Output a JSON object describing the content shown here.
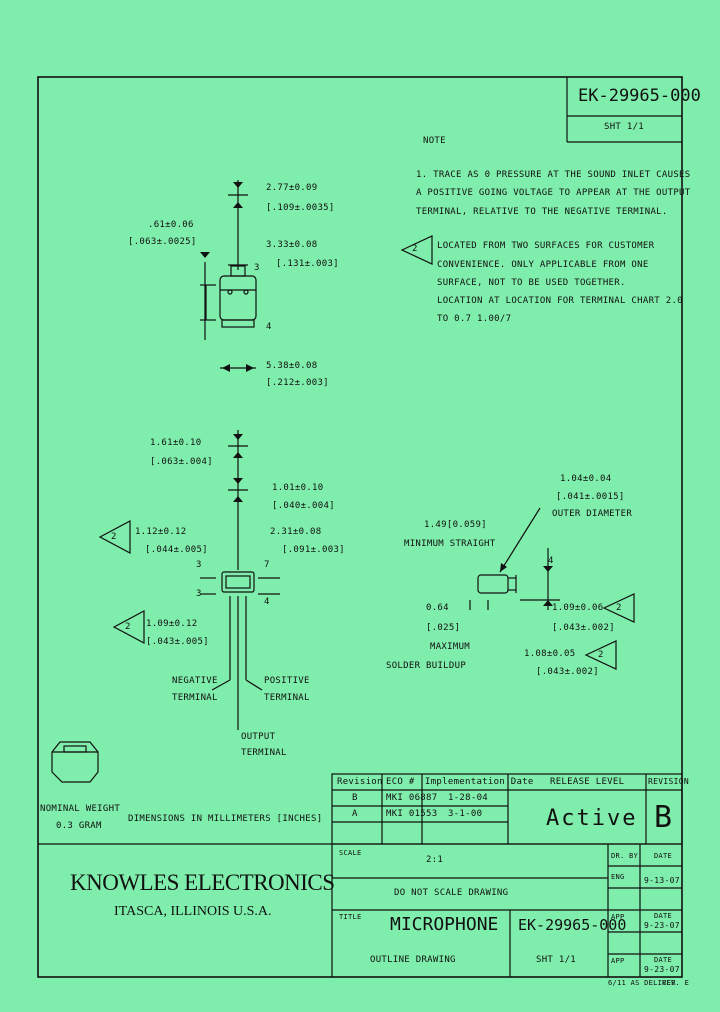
{
  "title_box": {
    "part_number": "EK-29965-000",
    "sheet": "SHT 1/1"
  },
  "notes": {
    "heading": "NOTE",
    "note1": [
      "1. TRACE AS 0 PRESSURE AT THE SOUND INLET CAUSES",
      "   A POSITIVE GOING VOLTAGE TO APPEAR AT THE OUTPUT",
      "   TERMINAL, RELATIVE TO THE NEGATIVE TERMINAL."
    ],
    "note2": [
      "LOCATED FROM TWO SURFACES FOR CUSTOMER",
      "CONVENIENCE. ONLY APPLICABLE FROM ONE",
      "SURFACE, NOT TO BE USED TOGETHER.",
      "LOCATION AT LOCATION FOR TERMINAL CHART 2.0",
      "TO 0.7  1.00/7"
    ],
    "note2_flag": "2"
  },
  "dims": {
    "top_277": [
      "2.77±0.09",
      "[.109±.0035]"
    ],
    "top_161": [
      ".61±0.06",
      "[.063±.0025]"
    ],
    "top_333": [
      "3.33±0.08",
      "[.131±.003]"
    ],
    "top_538": [
      "5.38±0.08",
      "[.212±.003]"
    ],
    "mid_161": [
      "1.61±0.10",
      "[.063±.004]"
    ],
    "mid_101": [
      "1.01±0.10",
      "[.040±.004]"
    ],
    "mid_112": [
      "1.12±0.12",
      "[.044±.005]"
    ],
    "mid_231": [
      "2.31±0.08",
      "[.091±.003]"
    ],
    "mid_109": [
      "1.09±0.12",
      "[.043±.005]"
    ],
    "side_104": [
      "1.04±0.04",
      "[.041±.0015]"
    ],
    "side_outer": "OUTER DIAMETER",
    "side_149": "1.49[0.059]",
    "side_min": "MINIMUM STRAIGHT",
    "side_064": [
      "0.64",
      "[.025]"
    ],
    "side_max": [
      "MAXIMUM",
      "SOLDER BUILDUP"
    ],
    "side_109b": [
      "1.09±0.06",
      "[.043±.002]"
    ],
    "side_108": [
      "1.08±0.05",
      "[.043±.002]"
    ]
  },
  "terminals": {
    "negative": [
      "NEGATIVE",
      "TERMINAL"
    ],
    "positive": [
      "POSITIVE",
      "TERMINAL"
    ],
    "output": [
      "OUTPUT",
      "TERMINAL"
    ]
  },
  "labels": {
    "nominal_weight": [
      "NOMINAL WEIGHT",
      "0.3 GRAM"
    ],
    "dimensions_note": "DIMENSIONS IN MILLIMETERS [INCHES]",
    "flag_2": "2",
    "dim_num_3": "3",
    "dim_num_4": "4",
    "dim_num_7": "7"
  },
  "revision_table": {
    "headers": [
      "Revision",
      "ECO #",
      "Implementation Date",
      "RELEASE LEVEL",
      "REVISION"
    ],
    "rows": [
      [
        "B",
        "MKI 06887",
        "1-28-04"
      ],
      [
        "A",
        "MKI 01553",
        "3-1-00"
      ]
    ],
    "release_level": "Active",
    "revision_letter": "B"
  },
  "company": {
    "name": "KNOWLES ELECTRONICS",
    "location": "ITASCA, ILLINOIS U.S.A."
  },
  "title_block": {
    "scale_label": "SCALE",
    "scale_value": "2:1",
    "do_not_scale": "DO NOT SCALE DRAWING",
    "title_label": "TITLE",
    "title": "MICROPHONE",
    "subtitle": "OUTLINE DRAWING",
    "part_number": "EK-29965-000",
    "sheet": "SHT 1/1"
  },
  "approvals": [
    {
      "role": "DR. BY",
      "date_label": "DATE",
      "date": ""
    },
    {
      "role": "ENG",
      "date_label": "",
      "date": "9-13-07"
    },
    {
      "role": "APP",
      "date_label": "DATE",
      "date": "9-23-07"
    },
    {
      "role": "APP",
      "date_label": "DATE",
      "date": "9-23-07"
    }
  ],
  "footer": {
    "left": "6/11 AS DELIVER",
    "right": "REV. E"
  }
}
